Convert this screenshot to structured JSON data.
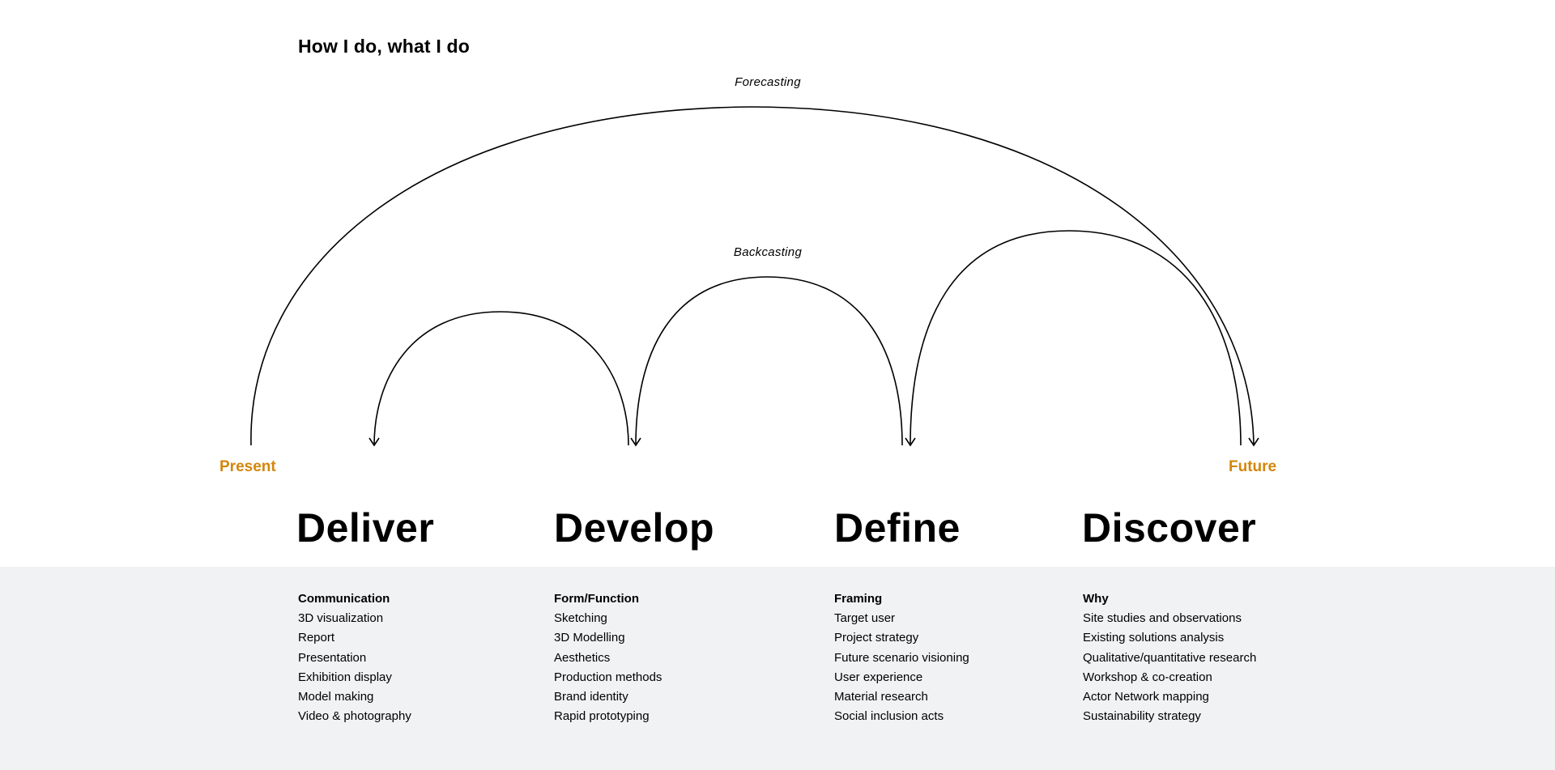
{
  "heading": "How I do, what I do",
  "arcs": {
    "forecasting_label": "Forecasting",
    "backcasting_label": "Backcasting"
  },
  "endpoints": {
    "present": "Present",
    "future": "Future",
    "color": "#d4860b"
  },
  "phases": [
    {
      "name": "Deliver",
      "category": "Communication",
      "items": [
        "3D visualization",
        "Report",
        "Presentation",
        "Exhibition display",
        "Model making",
        "Video & photography"
      ]
    },
    {
      "name": "Develop",
      "category": "Form/Function",
      "items": [
        "Sketching",
        "3D Modelling",
        "Aesthetics",
        "Production methods",
        "Brand identity",
        "Rapid prototyping"
      ]
    },
    {
      "name": "Define",
      "category": "Framing",
      "items": [
        "Target user",
        "Project strategy",
        "Future scenario visioning",
        "User experience",
        "Material research",
        "Social inclusion acts"
      ]
    },
    {
      "name": "Discover",
      "category": "Why",
      "items": [
        "Site studies and observations",
        "Existing solutions analysis",
        "Qualitative/quantitative research",
        "Workshop & co-creation",
        "Actor Network mapping",
        "Sustainability strategy"
      ]
    }
  ],
  "colors": {
    "band_background": "#f1f2f4",
    "accent": "#d4860b"
  }
}
